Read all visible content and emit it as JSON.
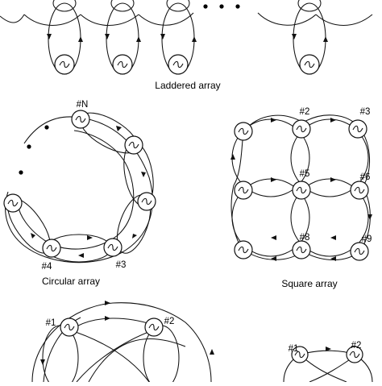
{
  "captions": {
    "laddered": "Laddered array",
    "circular": "Circular array",
    "square": "Square array"
  },
  "labels": {
    "circular_n": "#N",
    "circular_4": "#4",
    "circular_3": "#3",
    "square_2": "#2",
    "square_3": "#3",
    "square_5": "#5",
    "square_6": "#6",
    "square_8": "#8",
    "square_9": "#9",
    "bottom_left_1": "#1",
    "bottom_left_2": "#2",
    "bottom_right_1": "#1",
    "bottom_right_2": "#2"
  },
  "icons": {
    "source": "ac-source-icon",
    "direction": "arrow-icon"
  }
}
